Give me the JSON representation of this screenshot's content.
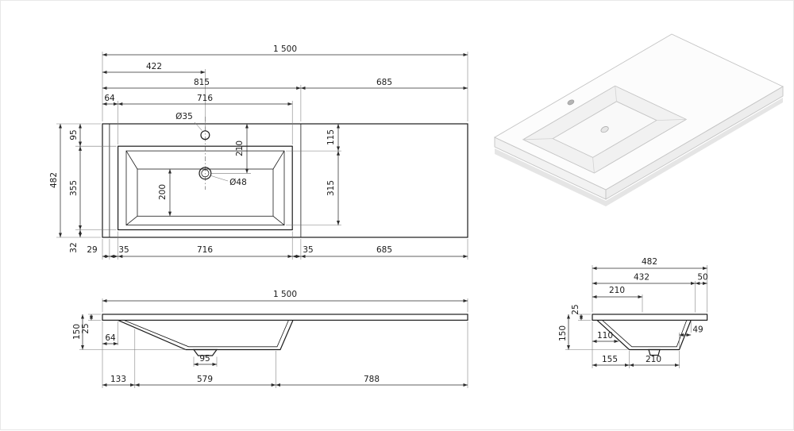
{
  "drawing": {
    "plan": {
      "total_length": "1 500",
      "tap_center_from_left": "422",
      "basin_zone_length": "815",
      "deck_length": "685",
      "rim_offset_left": "64",
      "basin_length": "716",
      "rim_offset_top": "95",
      "basin_width": "355",
      "total_depth": "482",
      "rim_offset_bottom": "32",
      "inner_offset_top": "115",
      "inner_width": "315",
      "drain_center_from_top": "210",
      "bowl_floor_width": "200",
      "tap_hole_diameter": "Ø35",
      "drain_hole_diameter": "Ø48",
      "edge_offset": "29",
      "rim_wall_left": "35",
      "basin_length_bottom": "716",
      "rim_wall_right": "35",
      "deck_length_bottom": "685"
    },
    "front": {
      "total_length": "1 500",
      "top_thickness": "25",
      "total_height": "150",
      "rim_offset_left": "64",
      "drain_width": "95",
      "underside_left": "133",
      "underside_center": "579",
      "underside_right": "788"
    },
    "side": {
      "total_depth": "482",
      "inner_depth": "432",
      "back_edge": "50",
      "deck_front": "210",
      "top_thickness": "25",
      "total_height": "150",
      "floor_offset_front": "110",
      "wall_run": "49",
      "bottom_front": "155",
      "bottom_flat": "210"
    },
    "colors": {
      "line": "#1c1c1c",
      "dim": "#2b2b2b",
      "iso_top": "#fcfcfc",
      "iso_recess": "#f1f1f1",
      "iso_shadow": "#cfcfcf"
    }
  }
}
